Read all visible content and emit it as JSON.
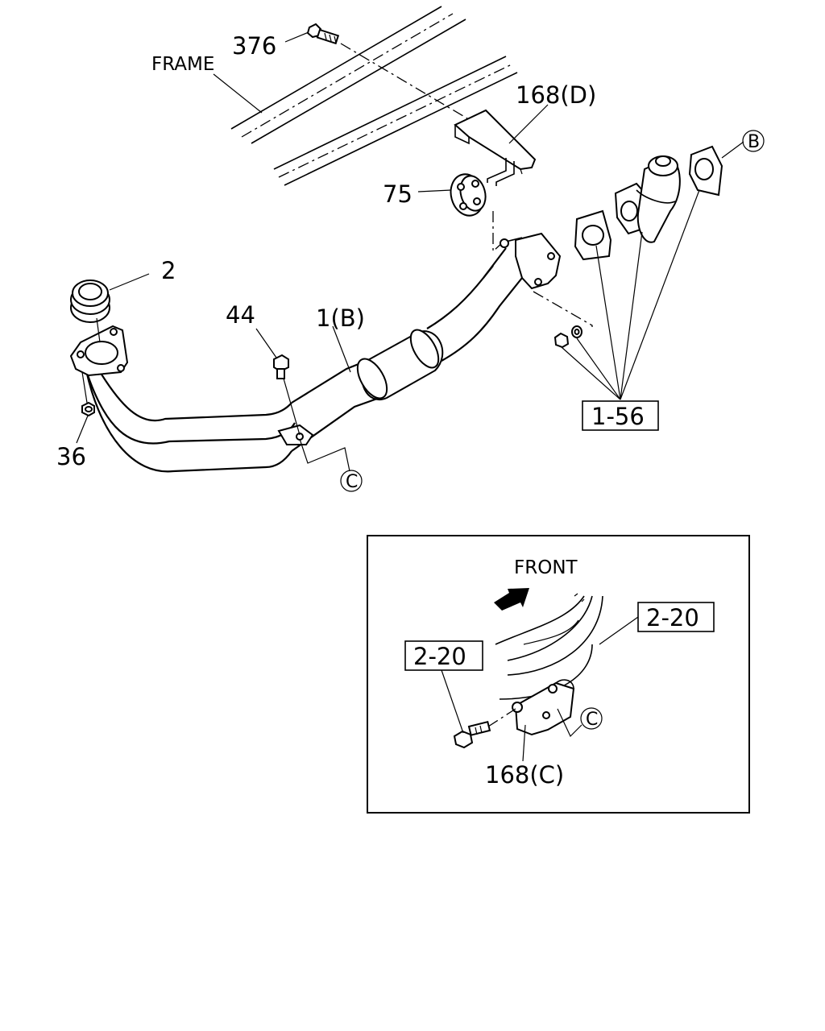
{
  "diagram": {
    "labels": {
      "frame": "FRAME",
      "p376": "376",
      "p168d": "168(D)",
      "p75": "75",
      "p2": "2",
      "p44": "44",
      "p1b": "1(B)",
      "p36": "36",
      "ref_b": "B",
      "ref_c_main": "C",
      "ref_1_56": "1-56"
    },
    "inset": {
      "front": "FRONT",
      "ref_2_20_left": "2-20",
      "ref_2_20_right": "2-20",
      "p168c": "168(C)",
      "ref_c": "C"
    }
  }
}
